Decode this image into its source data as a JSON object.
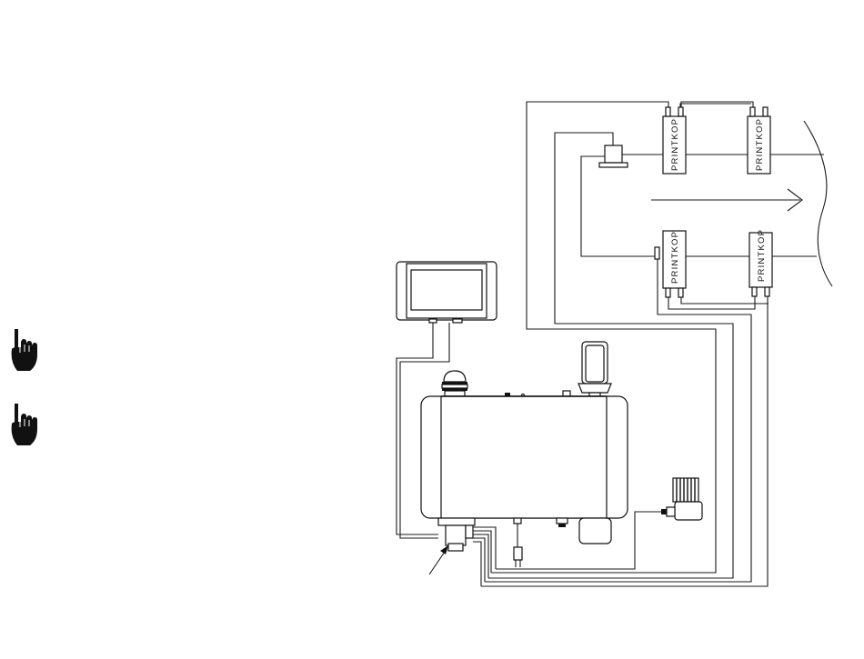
{
  "printheads": [
    {
      "label": "PRINTKOP"
    },
    {
      "label": "PRINTKOP"
    },
    {
      "label": "PRINTKOP"
    },
    {
      "label": "PRINTKOP"
    }
  ],
  "icons": [
    "pointing-hand-icon",
    "pointing-hand-icon"
  ],
  "colors": {
    "line": "#1a1a1a",
    "background": "#ffffff"
  }
}
